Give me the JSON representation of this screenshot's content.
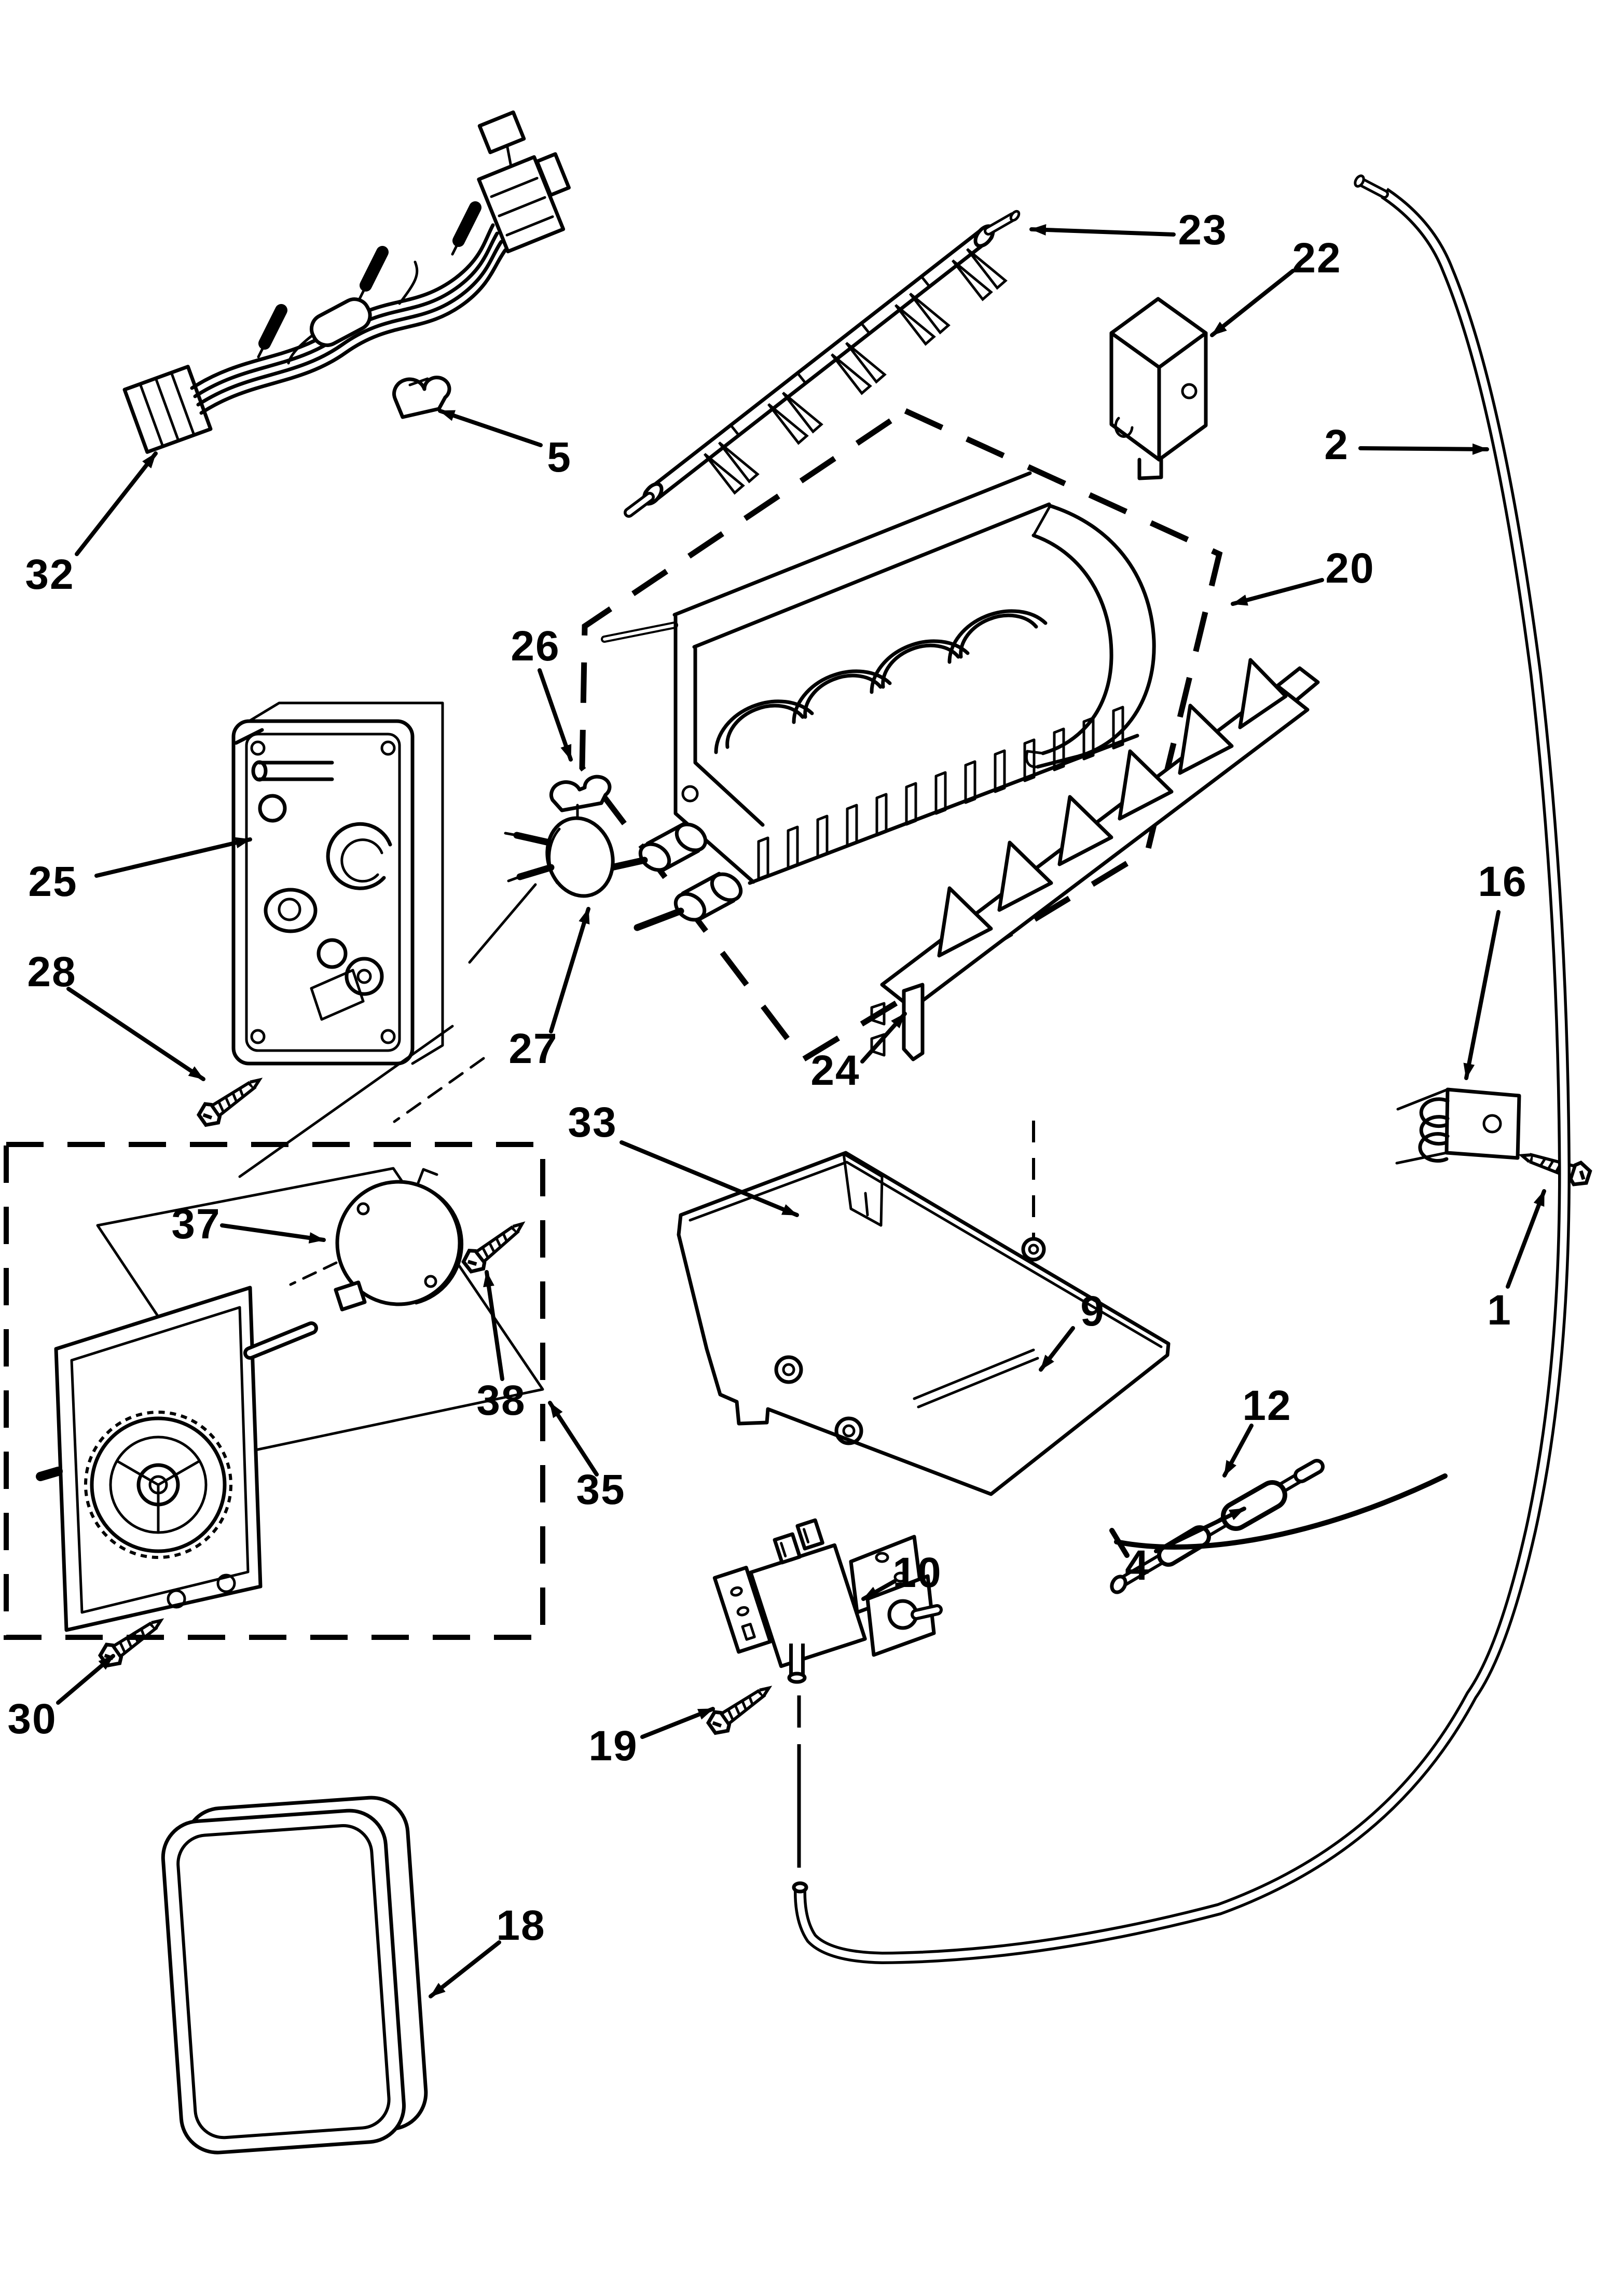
{
  "figure": {
    "type": "exploded-parts-diagram",
    "subject": "Icemaker parts exploded view",
    "background_color": "#ffffff",
    "line_color": "#000000"
  },
  "callouts": {
    "c1": {
      "text": "1"
    },
    "c2": {
      "text": "2"
    },
    "c4": {
      "text": "4"
    },
    "c5": {
      "text": "5"
    },
    "c9": {
      "text": "9"
    },
    "c10": {
      "text": "10"
    },
    "c12": {
      "text": "12"
    },
    "c16": {
      "text": "16"
    },
    "c18": {
      "text": "18"
    },
    "c19": {
      "text": "19"
    },
    "c20": {
      "text": "20"
    },
    "c22": {
      "text": "22"
    },
    "c23": {
      "text": "23"
    },
    "c24": {
      "text": "24"
    },
    "c25": {
      "text": "25"
    },
    "c26": {
      "text": "26"
    },
    "c27": {
      "text": "27"
    },
    "c28": {
      "text": "28"
    },
    "c30": {
      "text": "30"
    },
    "c32": {
      "text": "32"
    },
    "c33": {
      "text": "33"
    },
    "c35": {
      "text": "35"
    },
    "c37": {
      "text": "37"
    },
    "c38": {
      "text": "38"
    }
  }
}
